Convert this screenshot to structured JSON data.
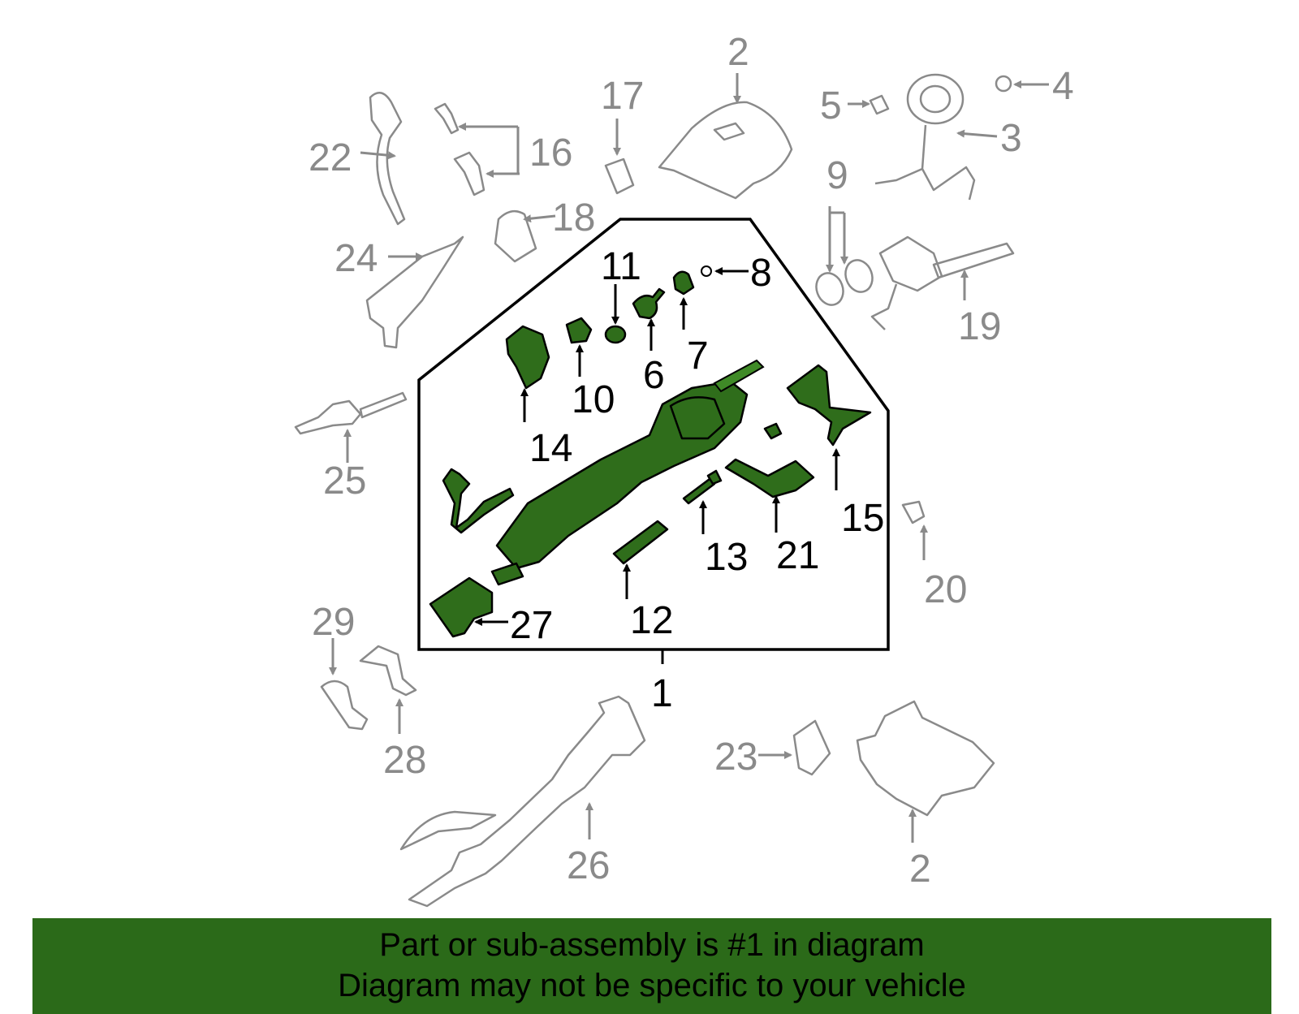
{
  "colors": {
    "part_highlight": "#2f6d1b",
    "banner_background": "#2b6a19",
    "callout_inside": "#000000",
    "callout_outside": "#8a8a8a"
  },
  "callouts_inside": [
    "11",
    "8",
    "7",
    "6",
    "10",
    "14",
    "15",
    "13",
    "21",
    "12",
    "27",
    "1"
  ],
  "callouts_outside": [
    "2",
    "4",
    "5",
    "3",
    "17",
    "22",
    "16",
    "18",
    "9",
    "24",
    "19",
    "25",
    "20",
    "29",
    "28",
    "23",
    "26",
    "2"
  ],
  "banner": {
    "line1": "Part or sub-assembly is #1 in diagram",
    "line2": "Diagram may not be specific to your vehicle"
  }
}
